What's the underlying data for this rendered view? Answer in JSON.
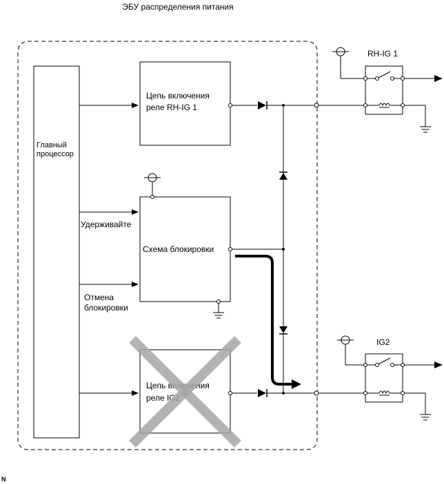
{
  "title": "ЭБУ распределения питания",
  "main_processor": {
    "line1": "Главный",
    "line2": "процессор"
  },
  "rh_ig1_circuit": {
    "line1": "Цепь включения",
    "line2": "реле RH-IG 1"
  },
  "lock_circuit": {
    "label": "Схема блокировки"
  },
  "ig2_circuit": {
    "line1": "Цепь включения",
    "line2": "реле IG2"
  },
  "signals": {
    "hold": "Удерживайте",
    "cancel_line1": "Отмена",
    "cancel_line2": "блокировки"
  },
  "relays": {
    "rh_ig1": "RH-IG 1",
    "ig2": "IG2"
  },
  "corner_mark": "N",
  "colors": {
    "line": "#000000",
    "cross": "#a6a6a6"
  }
}
